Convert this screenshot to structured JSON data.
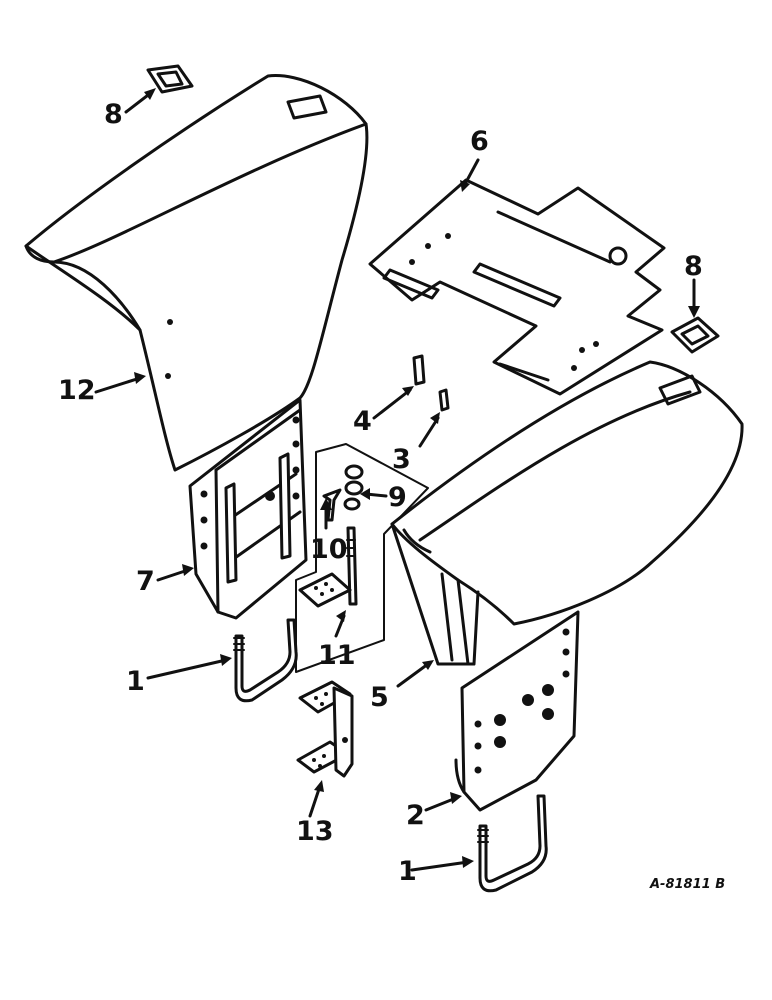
{
  "diagram": {
    "callouts": [
      {
        "id": "c8a",
        "text": "8"
      },
      {
        "id": "c6",
        "text": "6"
      },
      {
        "id": "c8b",
        "text": "8"
      },
      {
        "id": "c12",
        "text": "12"
      },
      {
        "id": "c4",
        "text": "4"
      },
      {
        "id": "c3",
        "text": "3"
      },
      {
        "id": "c9",
        "text": "9"
      },
      {
        "id": "c10",
        "text": "10"
      },
      {
        "id": "c7",
        "text": "7"
      },
      {
        "id": "c11",
        "text": "11"
      },
      {
        "id": "c1a",
        "text": "1"
      },
      {
        "id": "c5",
        "text": "5"
      },
      {
        "id": "c2",
        "text": "2"
      },
      {
        "id": "c13",
        "text": "13"
      },
      {
        "id": "c1b",
        "text": "1"
      }
    ],
    "drawing_ref": "A-81811 B"
  }
}
